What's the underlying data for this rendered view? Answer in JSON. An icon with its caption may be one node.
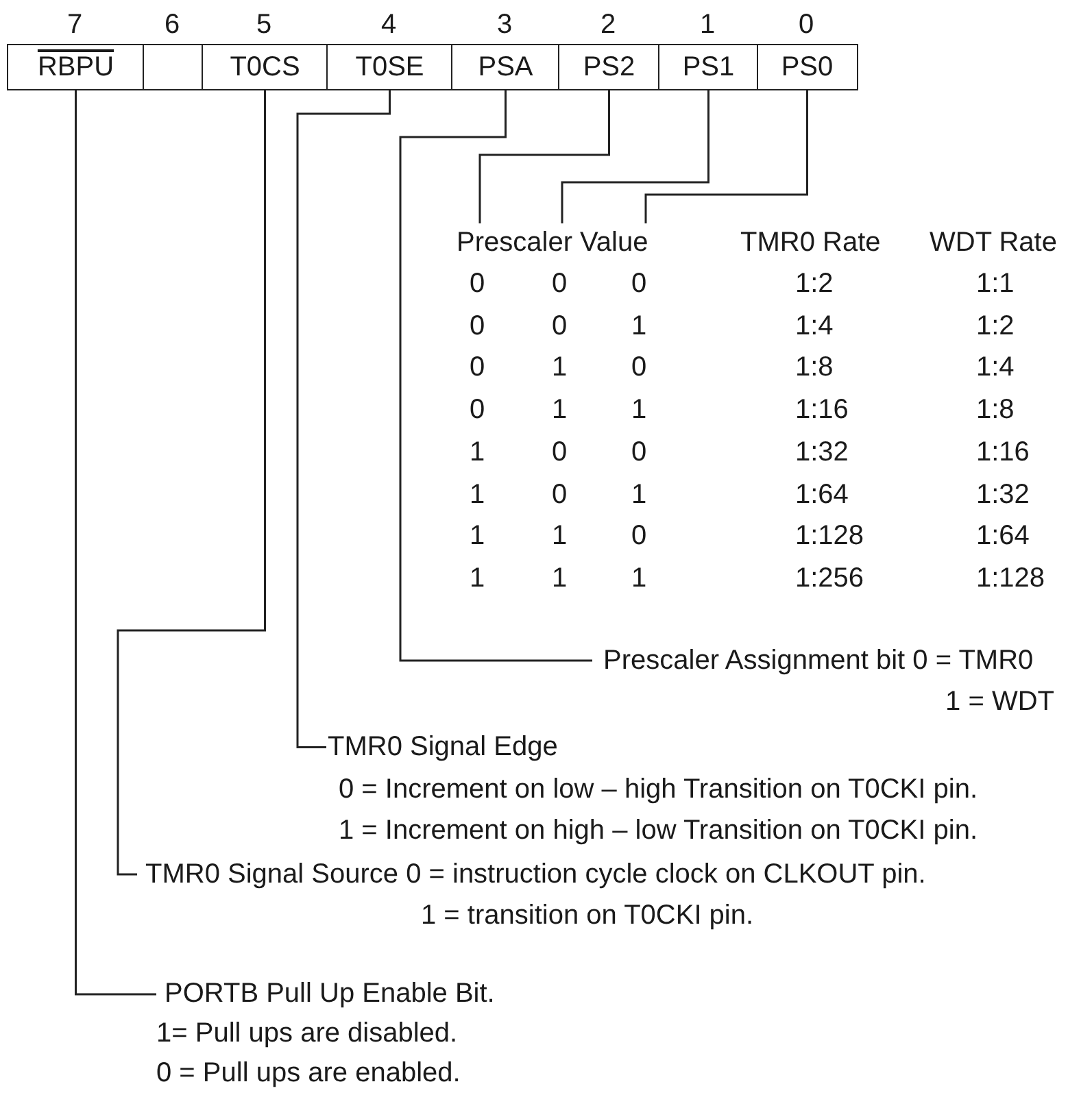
{
  "diagram": {
    "nodes": [
      {
        "text": [
          "RBPU"
        ],
        "beside": [
          "7"
        ]
      },
      {
        "text": [],
        "shape": "box",
        "beside": [
          "6"
        ]
      },
      {
        "text": [
          "T0CS"
        ],
        "beside": [
          "5"
        ]
      },
      {
        "text": [
          "T0SE"
        ],
        "beside": [
          "4"
        ]
      },
      {
        "text": [
          "PSA"
        ],
        "beside": [
          "3"
        ]
      },
      {
        "text": [
          "PS2"
        ],
        "beside": [
          "2"
        ]
      },
      {
        "text": [
          "PS1"
        ],
        "beside": [
          "1"
        ]
      },
      {
        "text": [
          "PS0"
        ],
        "beside": [
          "0"
        ]
      },
      {
        "text": [
          "Prescaler Value"
        ]
      },
      {
        "text": [
          "Prescaler Assignment bit 0 = TMR0",
          "1 = WDT"
        ]
      },
      {
        "text": [
          "TMR0 Signal Edge",
          "0 = Increment on low – high Transition on T0CKI pin.",
          "1 = Increment on high – low Transition on T0CKI pin."
        ]
      },
      {
        "text": [
          "TMR0 Signal Source 0 = instruction cycle clock on CLKOUT pin.",
          "1 = transition on T0CKI pin."
        ]
      },
      {
        "text": [
          "PORTB Pull Up Enable Bit.",
          "1= Pull ups are disabled.",
          "0 = Pull ups are enabled."
        ]
      }
    ],
    "edges": [
      {
        "from": 0,
        "to": 12,
        "arrow": "none"
      },
      {
        "from": 2,
        "to": 11,
        "arrow": "none"
      },
      {
        "from": 3,
        "to": 10,
        "arrow": "none"
      },
      {
        "from": 4,
        "to": 9,
        "arrow": "none"
      },
      {
        "from": 5,
        "to": 8,
        "arrow": "none"
      },
      {
        "from": 6,
        "to": 8,
        "arrow": "none"
      },
      {
        "from": 7,
        "to": 8,
        "arrow": "none"
      }
    ],
    "labels": [
      "TMR0 Rate",
      "WDT Rate",
      "0",
      "0",
      "0",
      "1:2",
      "1:1",
      "0",
      "0",
      "1",
      "1:4",
      "1:2",
      "0",
      "1",
      "0",
      "1:8",
      "1:4",
      "0",
      "1",
      "1",
      "1:16",
      "1:8",
      "1",
      "0",
      "0",
      "1:32",
      "1:16",
      "1",
      "0",
      "1",
      "1:64",
      "1:32",
      "1",
      "1",
      "0",
      "1:128",
      "1:64",
      "1",
      "1",
      "1",
      "1:256",
      "1:128"
    ]
  }
}
